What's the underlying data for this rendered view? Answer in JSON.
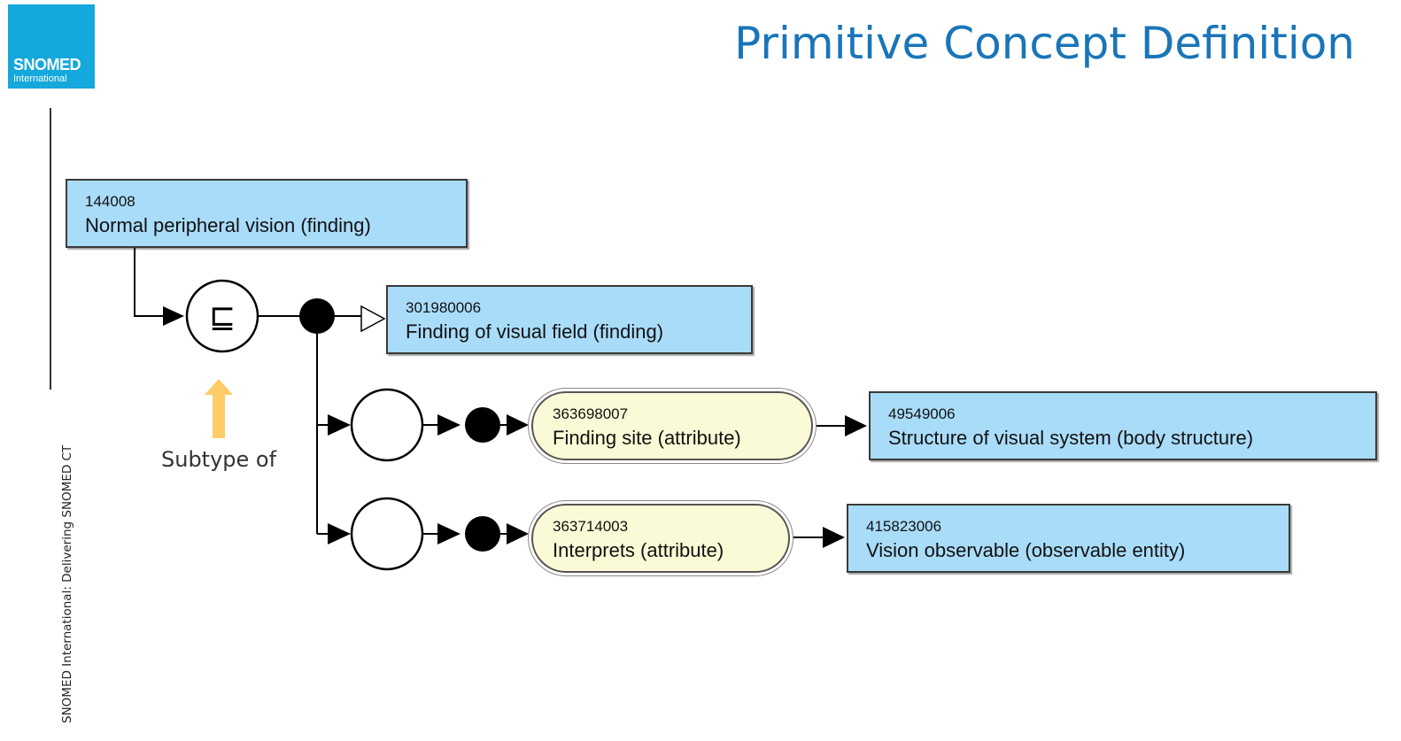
{
  "header": {
    "title": "Primitive Concept Definition"
  },
  "logo": {
    "line1": "SNOMED",
    "line2": "International"
  },
  "sidebar": {
    "text": "SNOMED International: Delivering SNOMED CT"
  },
  "annotation": {
    "label": "Subtype of"
  },
  "subtype_symbol": "⊑",
  "concepts": {
    "focus": {
      "id": "144008",
      "name": "Normal peripheral vision (finding)"
    },
    "parent": {
      "id": "301980006",
      "name": "Finding of visual field (finding)"
    },
    "finding_site_value": {
      "id": "49549006",
      "name": "Structure of visual system (body structure)"
    },
    "interprets_value": {
      "id": "415823006",
      "name": "Vision observable (observable entity)"
    }
  },
  "attributes": {
    "finding_site": {
      "id": "363698007",
      "name": "Finding site (attribute)"
    },
    "interprets": {
      "id": "363714003",
      "name": "Interprets (attribute)"
    }
  },
  "colors": {
    "concept_fill": "#a9dcf9",
    "attribute_fill": "#fbfad6",
    "title": "#1a75b8",
    "logo": "#14a8dc",
    "arrow_annotation": "#ffcc66"
  }
}
